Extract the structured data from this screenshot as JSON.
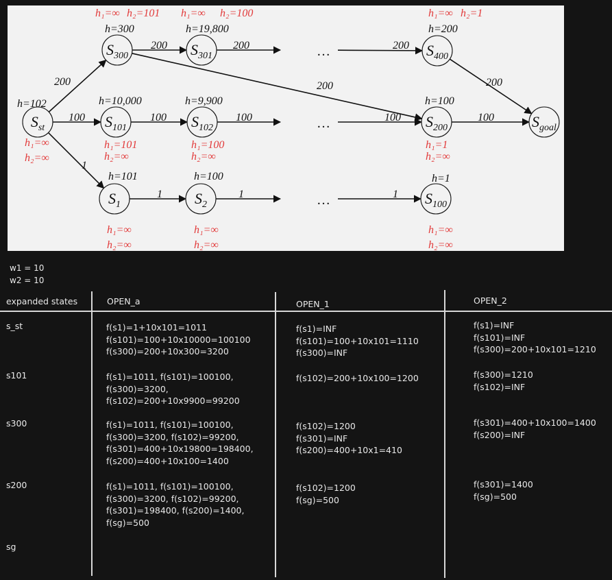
{
  "graph": {
    "nodes": [
      {
        "id": "sst",
        "sub": "st",
        "h": "h=102",
        "h1": "h₁=∞",
        "h2": "h₂=∞"
      },
      {
        "id": "s300",
        "sub": "300",
        "h": "h=300",
        "h1": "h₁=∞",
        "h2": "h₂=101"
      },
      {
        "id": "s301",
        "sub": "301",
        "h": "h=19,800",
        "h1": "h₁=∞",
        "h2": "h₂=100"
      },
      {
        "id": "s400",
        "sub": "400",
        "h": "h=200",
        "h1": "h₁=∞",
        "h2": "h₂=1"
      },
      {
        "id": "s101",
        "sub": "101",
        "h": "h=10,000",
        "h1": "h₁=101",
        "h2": "h₂=∞"
      },
      {
        "id": "s102",
        "sub": "102",
        "h": "h=9,900",
        "h1": "h₁=100",
        "h2": "h₂=∞"
      },
      {
        "id": "s200",
        "sub": "200",
        "h": "h=100",
        "h1": "h₁=1",
        "h2": "h₂=∞"
      },
      {
        "id": "sgoal",
        "sub": "goal",
        "h": "",
        "h1": "",
        "h2": ""
      },
      {
        "id": "s1",
        "sub": "1",
        "h": "h=101",
        "h1": "h₁=∞",
        "h2": "h₂=∞"
      },
      {
        "id": "s2",
        "sub": "2",
        "h": "h=100",
        "h1": "h₁=∞",
        "h2": "h₂=∞"
      },
      {
        "id": "s100",
        "sub": "100",
        "h": "h=1",
        "h1": "h₁=∞",
        "h2": "h₂=∞"
      }
    ],
    "edges": [
      {
        "from": "sst",
        "to": "s300",
        "w": "200"
      },
      {
        "from": "sst",
        "to": "s101",
        "w": "100"
      },
      {
        "from": "sst",
        "to": "s1",
        "w": "1"
      },
      {
        "from": "s300",
        "to": "s301",
        "w": "200"
      },
      {
        "from": "s301",
        "to": "dots_top",
        "w": "200"
      },
      {
        "from": "dots_top",
        "to": "s400",
        "w": "200"
      },
      {
        "from": "s300",
        "to": "s200",
        "w": "200"
      },
      {
        "from": "s400",
        "to": "sgoal",
        "w": "200"
      },
      {
        "from": "s101",
        "to": "s102",
        "w": "100"
      },
      {
        "from": "s102",
        "to": "dots_mid",
        "w": "100"
      },
      {
        "from": "dots_mid",
        "to": "s200",
        "w": "100"
      },
      {
        "from": "s200",
        "to": "sgoal",
        "w": "100"
      },
      {
        "from": "s1",
        "to": "s2",
        "w": "1"
      },
      {
        "from": "s2",
        "to": "dots_bot",
        "w": "1"
      },
      {
        "from": "dots_bot",
        "to": "s100",
        "w": "1"
      }
    ],
    "ellipsis": "…",
    "node_letter": "S"
  },
  "weights": {
    "w1": "w1 = 10",
    "w2": "w2 = 10"
  },
  "table": {
    "headers": [
      "expanded states",
      "OPEN_a",
      "OPEN_1",
      "OPEN_2"
    ],
    "rows": [
      {
        "state": "s_st",
        "open_a": [
          "f(s1)=1+10x101=1011",
          "f(s101)=100+10x10000=100100",
          "f(s300)=200+10x300=3200"
        ],
        "open_1": [
          "f(s1)=INF",
          "f(s101)=100+10x101=1110",
          "f(s300)=INF"
        ],
        "open_2": [
          "f(s1)=INF",
          "f(s101)=INF",
          "f(s300)=200+10x101=1210"
        ]
      },
      {
        "state": "s101",
        "open_a": [
          "f(s1)=1011, f(s101)=100100,",
          "f(s300)=3200,",
          "f(s102)=200+10x9900=99200"
        ],
        "open_1": [
          "f(s102)=200+10x100=1200"
        ],
        "open_2": [
          "f(s300)=1210",
          "f(s102)=INF"
        ]
      },
      {
        "state": "s300",
        "open_a": [
          "f(s1)=1011, f(s101)=100100,",
          "f(s300)=3200, f(s102)=99200,",
          "f(s301)=400+10x19800=198400,",
          "f(s200)=400+10x100=1400"
        ],
        "open_1": [
          "f(s102)=1200",
          "f(s301)=INF",
          "f(s200)=400+10x1=410"
        ],
        "open_2": [
          "f(s301)=400+10x100=1400",
          "f(s200)=INF"
        ]
      },
      {
        "state": "s200",
        "open_a": [
          "f(s1)=1011, f(s101)=100100,",
          "f(s300)=3200, f(s102)=99200,",
          "f(s301)=198400, f(s200)=1400,",
          "f(sg)=500"
        ],
        "open_1": [
          "f(s102)=1200",
          "f(sg)=500"
        ],
        "open_2": [
          "f(s301)=1400",
          "f(sg)=500"
        ]
      },
      {
        "state": "sg",
        "open_a": [],
        "open_1": [],
        "open_2": []
      }
    ]
  },
  "colors": {
    "annotation_red": "#e23a3a",
    "graph_bg": "#f2f2f2",
    "page_bg": "#141414"
  }
}
